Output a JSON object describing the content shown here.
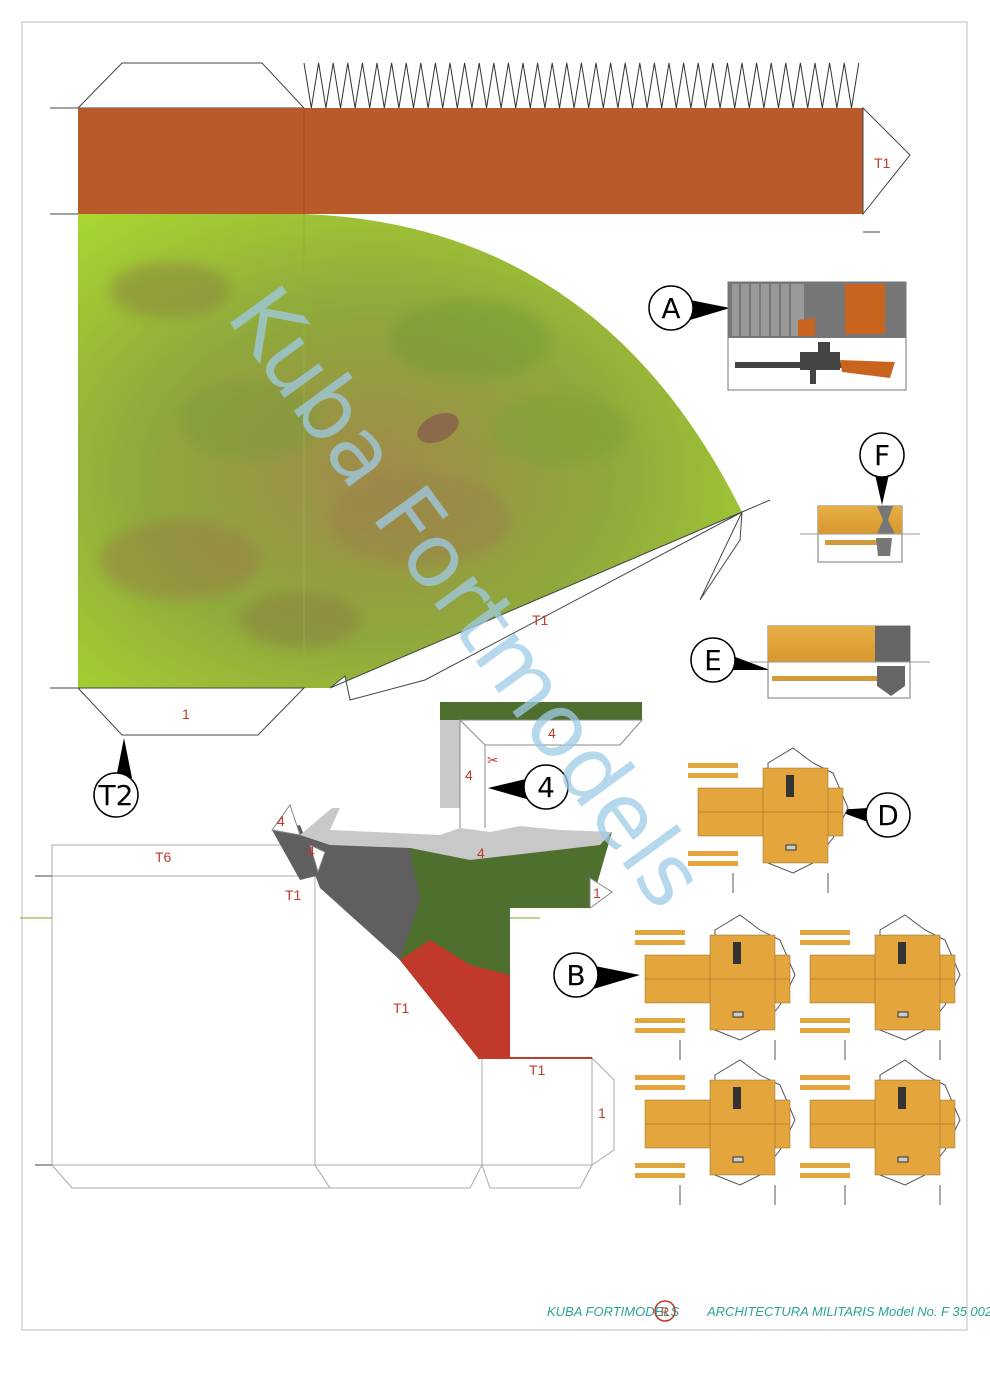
{
  "sheet": {
    "watermark": "Kuba Fortmodels",
    "footer_brand": "KUBA FORTIMODELS",
    "footer_brand_mark": "R",
    "footer_model": "ARCHITECTURA MILITARIS Model No. F 35 002"
  },
  "callouts": {
    "a": "A",
    "b": "B",
    "d": "D",
    "e": "E",
    "f": "F",
    "t2": "T2",
    "four": "4"
  },
  "part_labels": {
    "strip_tab": "T1",
    "ground_edge": "T1",
    "ground_bottom_tab": "1",
    "wall_top": "T6",
    "wall_tab_1": "T1",
    "wall_diag": "T1",
    "wall_bottom": "T1",
    "right_tab_1": "1",
    "right_tab_2": "1",
    "tab_4_a": "4",
    "tab_4_b": "4",
    "tab_4_c": "4",
    "tab_4_d": "4",
    "tab_4_e": "4"
  },
  "colors": {
    "brown_strip": "#b85a2a",
    "grass": "#a5d23a",
    "camo_gray": "#5f5f5f",
    "camo_green": "#4f6f2e",
    "camo_red": "#c0392b",
    "concrete": "#c8c8c8",
    "wood": "#e3a53c",
    "label_red": "#c0392b",
    "watermark": "#9ecbe6",
    "footer_teal": "#2aa39a"
  }
}
